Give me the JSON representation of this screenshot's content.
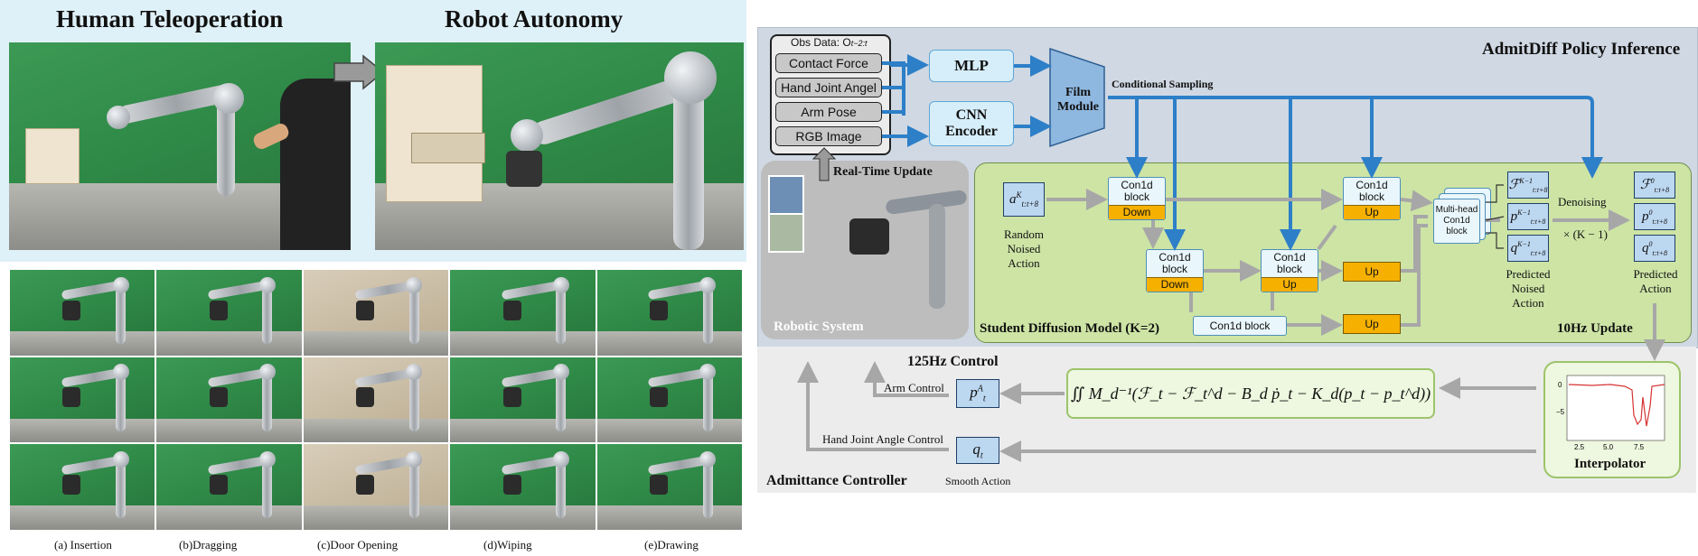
{
  "left": {
    "human_title": "Human Teleoperation",
    "robot_title": "Robot Autonomy",
    "tasks": [
      "(a) Insertion",
      "(b)Dragging",
      "(c)Door Opening",
      "(d)Wiping",
      "(e)Drawing"
    ]
  },
  "diagram": {
    "title": "AdmitDiff  Policy Inference",
    "obs_title": "Obs Data: O",
    "obs_sub": "t−2:t",
    "obs_items": [
      "Contact Force",
      "Hand Joint Angel",
      "Arm Pose",
      "RGB Image"
    ],
    "mlp": "MLP",
    "cnn": "CNN Encoder",
    "film": "Film Module",
    "conditional_sampling": "Conditional Sampling",
    "realtime_update": "Real-Time Update",
    "robotic_system": "Robotic System",
    "input_action": "a",
    "input_action_sup": "K",
    "input_action_sub": "t:t+8",
    "random_noised_action": "Random Noised Action",
    "block_label": "Con1d block",
    "down": "Down",
    "up": "Up",
    "bottom_block": "Con1d block",
    "multihead": "Multi-head Con1d block",
    "pred_noised": [
      "ℱ",
      "p",
      "q"
    ],
    "pred_noised_sup": "K−1",
    "pred_sub": "t:t+8",
    "predicted_noised_action": "Predicted Noised Action",
    "denoising": "Denoising",
    "times": "× (K − 1)",
    "pred_final": [
      "ℱ",
      "p",
      "q"
    ],
    "pred_final_sup": "0",
    "predicted_action": "Predicted Action",
    "student_label": "Student Diffusion Model (K=2)",
    "update_10hz": "10Hz Update",
    "control_125hz": "125Hz Control",
    "arm_control": "Arm Control",
    "pA": "p",
    "pA_sup": "A",
    "pA_sub": "t",
    "qt": "q",
    "qt_sub": "t",
    "hand_joint_control": "Hand Joint Angle Control",
    "smooth_action": "Smooth Action",
    "equation": "∬ M_d⁻¹(ℱ_t − ℱ_t^d − B_d ṗ_t − K_d(p_t − p_t^d))",
    "admittance_controller": "Admittance Controller",
    "interpolator": "Interpolator",
    "plot_yticks": [
      "0",
      "−5"
    ],
    "plot_xticks": [
      "2.5",
      "5.0",
      "7.5"
    ]
  },
  "colors": {
    "diagram_bg": "#cfd8e3",
    "green_bg": "#cde4a5",
    "gray_panel": "#bdbdbd",
    "flow_blue": "#2d7fc8",
    "flow_gray": "#a7a7a7",
    "orange": "#f6b000"
  }
}
